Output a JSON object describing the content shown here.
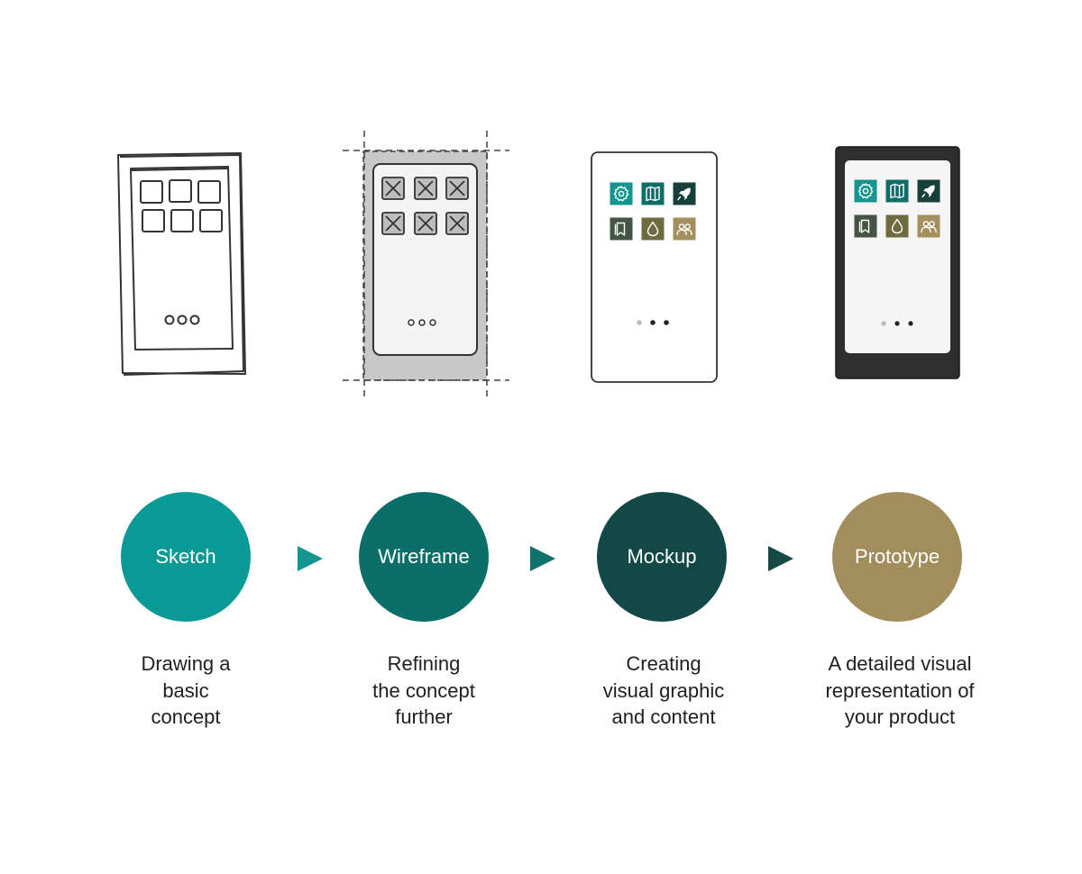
{
  "stages": [
    {
      "label": "Sketch",
      "color": "#0a9a96",
      "desc": [
        "Drawing a",
        "basic",
        "concept"
      ]
    },
    {
      "label": "Wireframe",
      "color": "#0c6e69",
      "desc": [
        "Refining",
        "the concept",
        "further"
      ]
    },
    {
      "label": "Mockup",
      "color": "#124946",
      "desc": [
        "Creating",
        "visual graphic",
        "and content"
      ]
    },
    {
      "label": "Prototype",
      "color": "#a28d5c",
      "desc": [
        "A detailed visual",
        "representation of",
        "your product"
      ]
    }
  ],
  "arrows": {
    "colors": [
      "#16948f",
      "#0f726d",
      "#144845"
    ]
  },
  "icons": {
    "names": [
      "gear-icon",
      "map-icon",
      "rocket-icon",
      "bookmark-icon",
      "drop-icon",
      "users-icon"
    ],
    "colors": [
      "#15958f",
      "#0f6d68",
      "#173f3c",
      "#445544",
      "#6f6a40",
      "#a3905e"
    ]
  }
}
